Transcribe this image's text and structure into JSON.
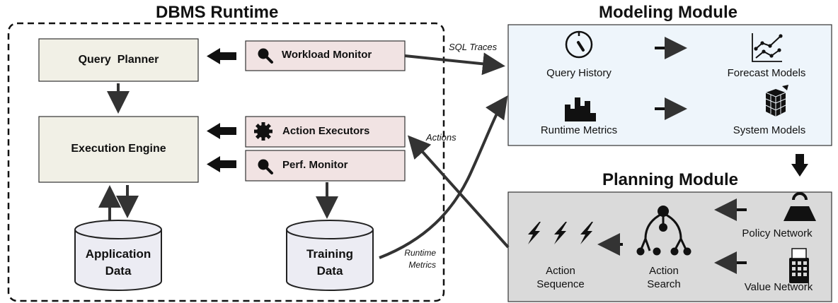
{
  "sections": {
    "dbms_runtime": "DBMS Runtime",
    "modeling_module": "Modeling Module",
    "planning_module": "Planning Module"
  },
  "dbms": {
    "query_planner": "Query  Planner",
    "execution_engine": "Execution Engine",
    "workload_monitor": "Workload Monitor",
    "action_executors": "Action Executors",
    "perf_monitor": "Perf. Monitor",
    "application_data": [
      "Application",
      "Data"
    ],
    "training_data": [
      "Training",
      "Data"
    ]
  },
  "modeling": {
    "query_history": "Query History",
    "forecast_models": "Forecast Models",
    "runtime_metrics": "Runtime Metrics",
    "system_models": "System Models"
  },
  "planning": {
    "policy_network": "Policy Network",
    "value_network": "Value Network",
    "action_search": [
      "Action",
      "Search"
    ],
    "action_sequence": [
      "Action",
      "Sequence"
    ]
  },
  "edges": {
    "sql_traces": "SQL Traces",
    "actions": "Actions",
    "runtime_metrics": [
      "Runtime",
      "Metrics"
    ]
  },
  "icons": [
    "search-icon",
    "gear-icon",
    "stopwatch-icon",
    "line-chart-icon",
    "bar-chart-icon",
    "cube-icon",
    "weight-icon",
    "calculator-icon",
    "tree-search-icon",
    "lightning-icon"
  ],
  "colors": {
    "planner_fill": "#f1f0e6",
    "monitor_fill": "#f1e3e3",
    "modeling_fill": "#eef5fb",
    "planning_fill": "#dadada",
    "db_fill": "#ececf3"
  }
}
